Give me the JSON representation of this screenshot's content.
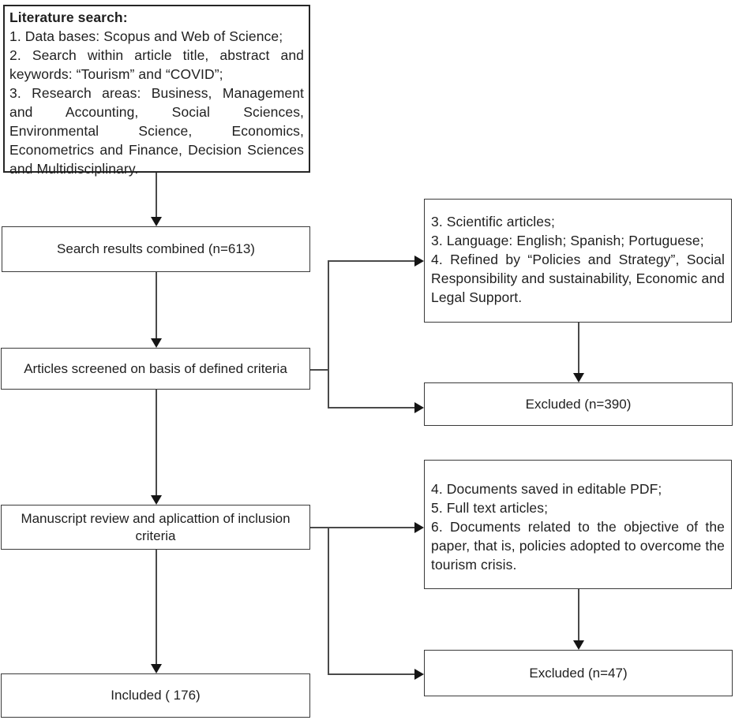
{
  "diagram": {
    "literature_search": {
      "heading": "Literature search:",
      "items": [
        "1. Data bases: Scopus and Web of Science;",
        "2. Search within article title, abstract and keywords: “Tourism” and “COVID”;",
        "3. Research areas: Business, Management and Accounting, Social Sciences, Environmental Science, Economics, Econometrics and Finance, Decision Sciences and Multidisciplinary."
      ]
    },
    "search_results": "Search results combined (n=613)",
    "screening_criteria": {
      "items": [
        "3. Scientific articles;",
        "3. Language: English; Spanish; Portuguese;",
        "4. Refined by “Policies and Strategy”, Social Responsibility and sustainability, Economic and Legal Support."
      ]
    },
    "articles_screened": "Articles screened on basis of defined criteria",
    "excluded_screening": "Excluded (n=390)",
    "manuscript_review": "Manuscript review and aplicattion of inclusion criteria",
    "inclusion_criteria": {
      "items": [
        "4. Documents saved in editable PDF;",
        "5. Full text articles;",
        "6. Documents related to the objective of the paper, that is, policies adopted to overcome the tourism crisis."
      ]
    },
    "excluded_review": "Excluded (n=47)",
    "included": "Included ( 176)"
  },
  "colors": {
    "box_border": "#3a3a3a",
    "connector_line": "#4a4a4a",
    "arrowhead": "#151515",
    "text": "#1f1f1f",
    "background": "#ffffff"
  }
}
